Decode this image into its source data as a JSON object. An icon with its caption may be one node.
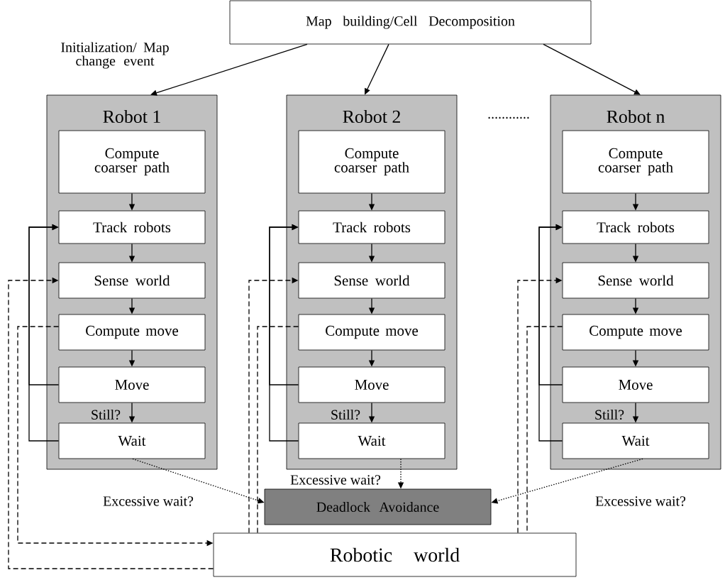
{
  "diagram": {
    "nodes": [
      {
        "text": [
          "Map building/Cell Decomposition"
        ]
      },
      {
        "text": [
          "Robot 1"
        ]
      },
      {
        "text": [
          "Compute coarser path"
        ],
        "in": 1
      },
      {
        "text": [
          "Track robots"
        ],
        "in": 1
      },
      {
        "text": [
          "Sense world"
        ],
        "in": 1
      },
      {
        "text": [
          "Compute move"
        ],
        "in": 1
      },
      {
        "text": [
          "Move"
        ],
        "in": 1
      },
      {
        "text": [
          "Wait"
        ],
        "in": 1
      },
      {
        "text": [
          "Robot 2"
        ]
      },
      {
        "text": [
          "Compute coarser path"
        ],
        "in": 8
      },
      {
        "text": [
          "Track robots"
        ],
        "in": 8
      },
      {
        "text": [
          "Sense world"
        ],
        "in": 8
      },
      {
        "text": [
          "Compute move"
        ],
        "in": 8
      },
      {
        "text": [
          "Move"
        ],
        "in": 8
      },
      {
        "text": [
          "Wait"
        ],
        "in": 8
      },
      {
        "text": [
          "Robot n"
        ]
      },
      {
        "text": [
          "Compute coarser path"
        ],
        "in": 15
      },
      {
        "text": [
          "Track robots"
        ],
        "in": 15
      },
      {
        "text": [
          "Sense world"
        ],
        "in": 15
      },
      {
        "text": [
          "Compute move"
        ],
        "in": 15
      },
      {
        "text": [
          "Move"
        ],
        "in": 15
      },
      {
        "text": [
          "Wait"
        ],
        "in": 15
      },
      {
        "text": [
          "Deadlock Avoidance"
        ]
      },
      {
        "text": [
          "Robotic world"
        ]
      }
    ],
    "edges": [
      {
        "from": 0,
        "to": 1,
        "arrow": "to",
        "label": "Initialization/ Map change event"
      },
      {
        "from": 0,
        "to": 8,
        "arrow": "to"
      },
      {
        "from": 0,
        "to": 15,
        "arrow": "to"
      },
      {
        "from": 2,
        "to": 3,
        "arrow": "to"
      },
      {
        "from": 3,
        "to": 4,
        "arrow": "to"
      },
      {
        "from": 4,
        "to": 5,
        "arrow": "to"
      },
      {
        "from": 5,
        "to": 6,
        "arrow": "to"
      },
      {
        "from": 6,
        "to": 7,
        "arrow": "to",
        "label": "Still?"
      },
      {
        "from": 7,
        "to": 3,
        "arrow": "to"
      },
      {
        "from": 6,
        "to": 3,
        "arrow": "to"
      },
      {
        "from": 23,
        "to": 4,
        "arrow": "to",
        "style": "dashed"
      },
      {
        "from": 5,
        "to": 23,
        "arrow": "to",
        "style": "dashed"
      },
      {
        "from": 7,
        "to": 22,
        "arrow": "to",
        "style": "dashed",
        "label": "Excessive wait?"
      },
      {
        "from": 9,
        "to": 10,
        "arrow": "to"
      },
      {
        "from": 10,
        "to": 11,
        "arrow": "to"
      },
      {
        "from": 11,
        "to": 12,
        "arrow": "to"
      },
      {
        "from": 12,
        "to": 13,
        "arrow": "to"
      },
      {
        "from": 13,
        "to": 14,
        "arrow": "to",
        "label": "Still?"
      },
      {
        "from": 14,
        "to": 10,
        "arrow": "to"
      },
      {
        "from": 13,
        "to": 10,
        "arrow": "to"
      },
      {
        "from": 23,
        "to": 11,
        "arrow": "to",
        "style": "dashed"
      },
      {
        "from": 12,
        "to": 23,
        "arrow": "none",
        "style": "dashed"
      },
      {
        "from": 14,
        "to": 22,
        "arrow": "to",
        "style": "dashed",
        "label": "Excessive wait?"
      },
      {
        "from": 16,
        "to": 17,
        "arrow": "to"
      },
      {
        "from": 17,
        "to": 18,
        "arrow": "to"
      },
      {
        "from": 18,
        "to": 19,
        "arrow": "to"
      },
      {
        "from": 19,
        "to": 20,
        "arrow": "to"
      },
      {
        "from": 20,
        "to": 21,
        "arrow": "to",
        "label": "Still?"
      },
      {
        "from": 21,
        "to": 17,
        "arrow": "to"
      },
      {
        "from": 20,
        "to": 17,
        "arrow": "to"
      },
      {
        "from": 23,
        "to": 18,
        "arrow": "to",
        "style": "dashed"
      },
      {
        "from": 19,
        "to": 23,
        "arrow": "none",
        "style": "dashed"
      },
      {
        "from": 21,
        "to": 22,
        "arrow": "to",
        "style": "dashed",
        "label": "Excessive wait?"
      }
    ],
    "labels": [
      "............"
    ]
  }
}
